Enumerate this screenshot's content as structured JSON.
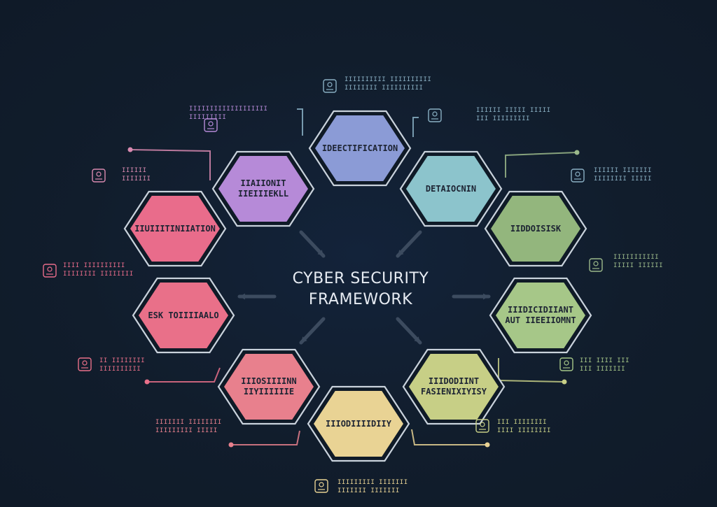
{
  "title_line1": "CYBER SECURITY",
  "title_line2": "FRAMEWORK",
  "hexagons": [
    {
      "label_lines": [
        "IDEECTIFICATION"
      ],
      "fill": "#8b9bd6",
      "center": "top",
      "icon": "none"
    },
    {
      "label_lines": [
        "DETAIOCNIN"
      ],
      "fill": "#8cc4cc",
      "center": "top-right",
      "icon": "none"
    },
    {
      "label_lines": [
        "IIDDOISISK"
      ],
      "fill": "#93b67d",
      "center": "right-upper",
      "icon": "none"
    },
    {
      "label_lines": [
        "IIIDICIDIIANT",
        "AUT IIEEIIOMNT"
      ],
      "fill": "#a6c788",
      "center": "right-lower",
      "icon": "none"
    },
    {
      "label_lines": [
        "IIIDODIINT",
        "FASIENIXIYISY"
      ],
      "fill": "#c7cf86",
      "center": "bottom-right",
      "icon": "none"
    },
    {
      "label_lines": [
        "IIIODIIIIDIIY"
      ],
      "fill": "#e9d394",
      "center": "bottom",
      "icon": "none"
    },
    {
      "label_lines": [
        "IIIOSIIIINN",
        "IIYIIIIIIE"
      ],
      "fill": "#e8808d",
      "center": "bottom-left",
      "icon": "none"
    },
    {
      "label_lines": [
        "ESK TOIIIIAALO"
      ],
      "fill": "#e97089",
      "center": "left-lower",
      "icon": "none"
    },
    {
      "label_lines": [
        "IIUIIITINIIATION"
      ],
      "fill": "#e96c8b",
      "center": "left-upper",
      "icon": "none"
    },
    {
      "label_lines": [
        "IIAIIONIT",
        "IIEIIIEKLL"
      ],
      "fill": "#b68ad8",
      "center": "top-left",
      "icon": "none"
    }
  ],
  "notes": [
    {
      "lines": [
        "IIIIIIIIII IIIIIIIIII",
        "IIIIIIII IIIIIIIIII"
      ],
      "color": "#8ab0c4",
      "icon": "person-icon"
    },
    {
      "lines": [
        "IIIIII IIIII IIIII",
        "III IIIIIIIII"
      ],
      "color": "#8ab0c4",
      "icon": "laptop-icon"
    },
    {
      "lines": [
        "IIIIII IIIIIII",
        "IIIIIIII IIIII"
      ],
      "color": "#8ab0c4",
      "icon": "server-icon"
    },
    {
      "lines": [
        "IIIIIIIIIII",
        "IIIII IIIIII"
      ],
      "color": "#9bb98a",
      "icon": "shield-icon"
    },
    {
      "lines": [
        "III IIII III",
        "III IIIIIII"
      ],
      "color": "#a6c788",
      "icon": "document-icon"
    },
    {
      "lines": [
        "III IIIIIIII",
        "IIII IIIIIIII"
      ],
      "color": "#c7cf86",
      "icon": "gear-icon"
    },
    {
      "lines": [
        "IIIIIIIII IIIIIII",
        "IIIIIII IIIIIII"
      ],
      "color": "#e9d394",
      "icon": "globe-icon"
    },
    {
      "lines": [
        "IIIIIII IIIIIIII",
        "IIIIIIIII IIIII"
      ],
      "color": "#e8808d",
      "icon": "none"
    },
    {
      "lines": [
        "II IIIIIIII",
        "IIIIIIIIII"
      ],
      "color": "#e97089",
      "icon": "bug-icon"
    },
    {
      "lines": [
        "IIII IIIIIIIIII",
        "IIIIIIII IIIIIIII"
      ],
      "color": "#e96c8b",
      "icon": "lock-icon"
    },
    {
      "lines": [
        "IIIIII",
        "IIIIIII"
      ],
      "color": "#d98ab0",
      "icon": "key-icon"
    },
    {
      "lines": [
        "IIIIIIIIIIIIIIIIIII",
        "IIIIIIIII"
      ],
      "color": "#b68ad8",
      "icon": "fingerprint-icon"
    }
  ]
}
